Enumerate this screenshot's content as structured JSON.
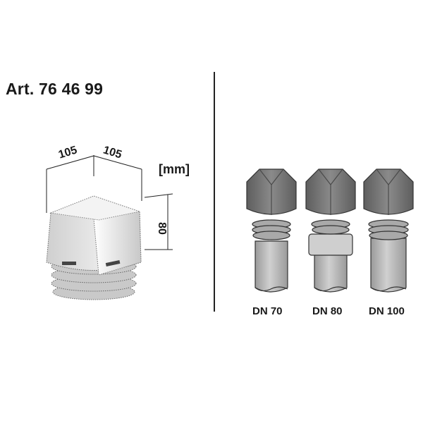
{
  "article": "Art. 76 46 99",
  "unit": "[mm]",
  "dimensions": {
    "width_a": "105",
    "width_b": "105",
    "height": "80"
  },
  "variants": [
    {
      "label": "DN 70"
    },
    {
      "label": "DN 80"
    },
    {
      "label": "DN 100"
    }
  ],
  "colors": {
    "cap": "#777777",
    "pipe": "#b5b5b5",
    "outline": "#333333"
  }
}
